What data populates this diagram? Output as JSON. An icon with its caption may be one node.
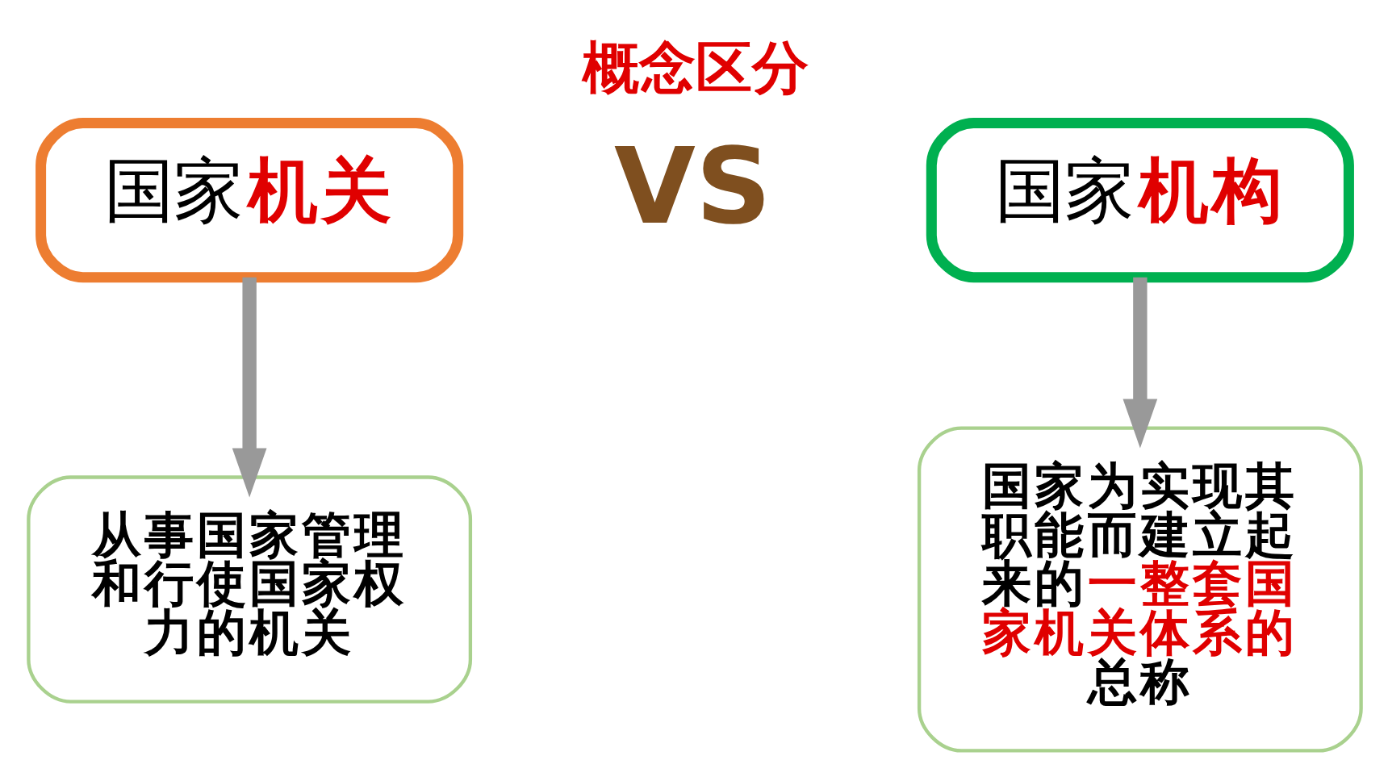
{
  "diagram": {
    "title": "概念区分",
    "nodes": [
      {
        "text": [
          "国家**机关**"
        ]
      },
      {
        "text": [
          "国家**机构**"
        ]
      },
      {
        "text": [
          "从事国家管理和行使国家权力的机关"
        ]
      },
      {
        "text": [
          "国家为实现其职能而建立起来的**一整套国家机关体系的**总称"
        ]
      }
    ],
    "edges": [
      {
        "from": 0,
        "to": 2,
        "arrow": "to"
      },
      {
        "from": 1,
        "to": 3,
        "arrow": "to"
      }
    ],
    "labels": [
      "VS"
    ]
  }
}
